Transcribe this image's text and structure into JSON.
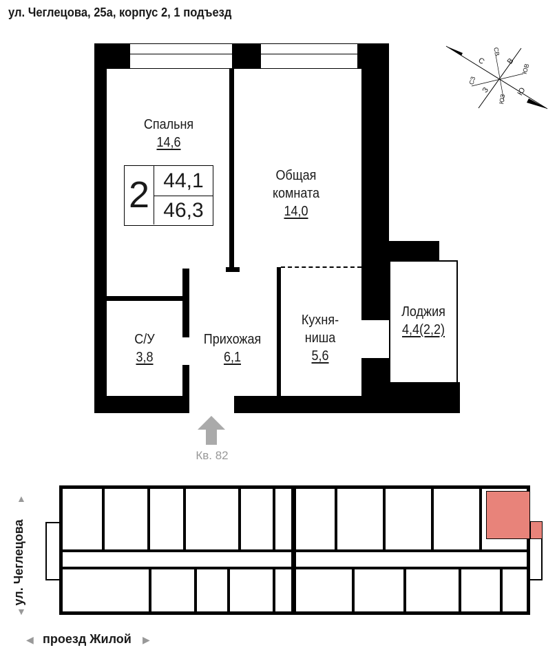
{
  "title": "ул. Чеглецова, 25а, корпус 2, 1 подъезд",
  "rooms": {
    "bedroom": {
      "name": "Спальня",
      "area": "14,6"
    },
    "living": {
      "name1": "Общая",
      "name2": "комната",
      "area": "14,0"
    },
    "bathroom": {
      "name": "С/У",
      "area": "3,8"
    },
    "hall": {
      "name": "Прихожая",
      "area": "6,1"
    },
    "kitchen": {
      "name1": "Кухня-",
      "name2": "ниша",
      "area": "5,6"
    },
    "loggia": {
      "name": "Лоджия",
      "area": "4,4(2,2)"
    }
  },
  "summary": {
    "rooms": "2",
    "living_area": "44,1",
    "total_area": "46,3"
  },
  "entrance": {
    "label": "Кв. 82"
  },
  "compass": {
    "n": "С",
    "ne": "СВ",
    "e": "В",
    "se": "ЮВ",
    "s": "Ю",
    "sw": "ЮЗ",
    "w": "З",
    "nw": "СЗ"
  },
  "streets": {
    "left": "ул. Чеглецова",
    "bottom": "проезд Жилой"
  },
  "colors": {
    "highlight": "#e8837a",
    "arrow": "#aaaaaa"
  }
}
